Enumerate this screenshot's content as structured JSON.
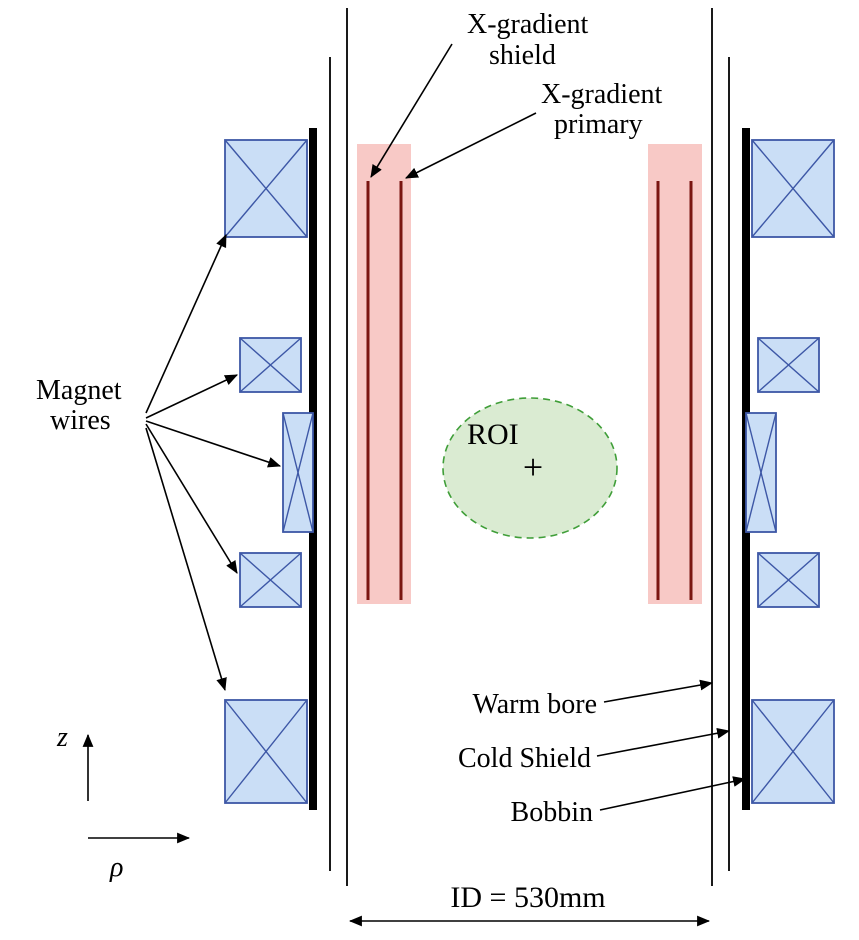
{
  "figure": {
    "annotations": {
      "x_gradient_shield": [
        "X-gradient",
        "shield"
      ],
      "x_gradient_primary": [
        "X-gradient",
        "primary"
      ],
      "magnet_wires": [
        "Magnet",
        "wires"
      ],
      "warm_bore": "Warm bore",
      "cold_shield": "Cold Shield",
      "bobbin": "Bobbin",
      "roi": "ROI",
      "roi_center_marker": "+",
      "inner_diameter": "ID = 530mm",
      "axis_z": "z",
      "axis_rho": "ρ"
    },
    "colors": {
      "coil-fill": "#cadef6",
      "coil-stroke": "#3d57a6",
      "gradient-region-fill": "#f8c9c6",
      "gradient-wire": "#7a1511",
      "roi-fill": "#d3e8ca",
      "roi-stroke": "#3f9e38",
      "bobbin-fill": "#000000",
      "line-color": "#000000"
    }
  }
}
